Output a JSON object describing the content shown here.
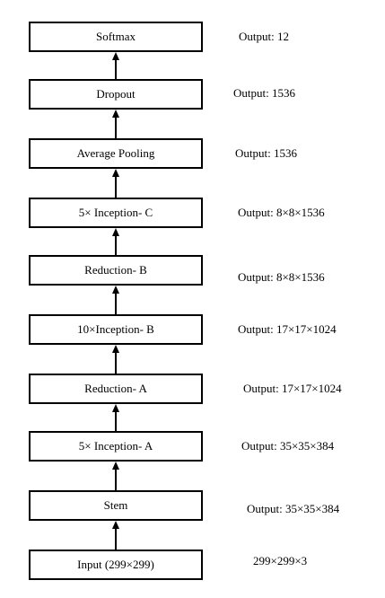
{
  "layers": [
    {
      "label": "Softmax",
      "output": "Output: 12"
    },
    {
      "label": "Dropout",
      "output": "Output: 1536"
    },
    {
      "label": "Average Pooling",
      "output": "Output: 1536"
    },
    {
      "label": "5× Inception- C",
      "output": "Output: 8×8×1536"
    },
    {
      "label": "Reduction- B",
      "output": "Output: 8×8×1536"
    },
    {
      "label": "10×Inception- B",
      "output": "Output: 17×17×1024"
    },
    {
      "label": "Reduction- A",
      "output": "Output: 17×17×1024"
    },
    {
      "label": "5× Inception- A",
      "output": "Output: 35×35×384"
    },
    {
      "label": "Stem",
      "output": "Output: 35×35×384"
    },
    {
      "label": "Input (299×299)",
      "output": "299×299×3"
    }
  ],
  "colors": {
    "line": "#000000",
    "fill": "#ffffff"
  }
}
